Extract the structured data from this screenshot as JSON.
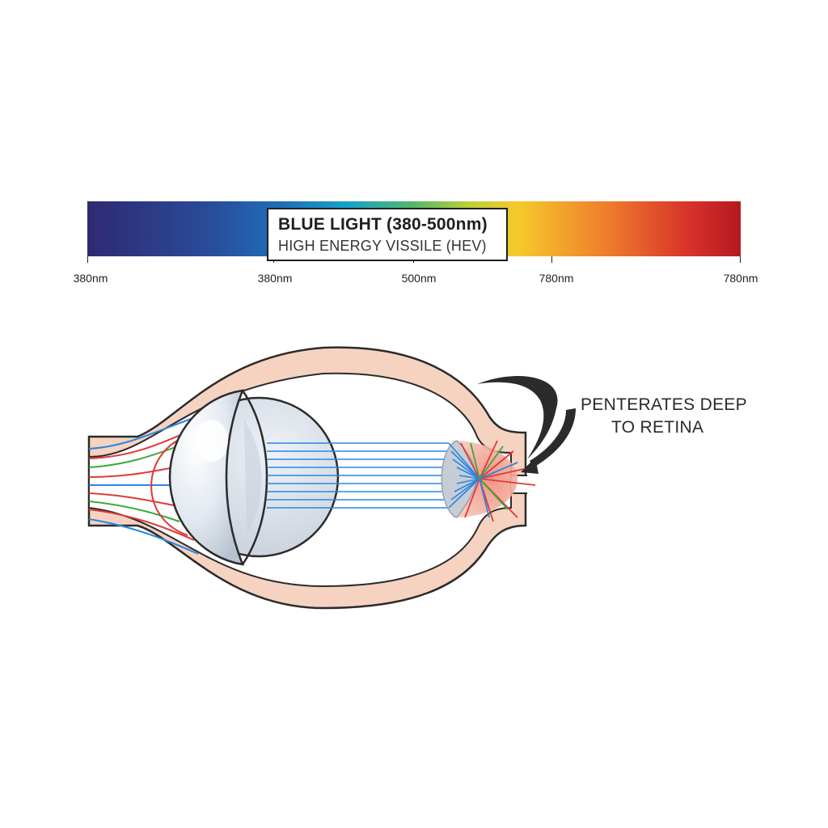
{
  "spectrum": {
    "ticks": [
      {
        "label": "380nm"
      },
      {
        "label": "380nm"
      },
      {
        "label": "500nm"
      },
      {
        "label": "780nm"
      },
      {
        "label": "780nm"
      }
    ]
  },
  "callout": {
    "title": "BLUE LIGHT (380-500nm)",
    "subtitle": "HIGH ENERGY VISSILE (HEV)"
  },
  "annotation": {
    "line1": "PENTERATES DEEP",
    "line2": "TO RETINA"
  },
  "colors": {
    "violet": "#2e2a72",
    "blue": "#1e6fba",
    "cyan": "#17a3c8",
    "green": "#7bbf3c",
    "yellow": "#f6c92b",
    "orange": "#ee7a2c",
    "red": "#b3191f",
    "tissue": "#f6d2c1",
    "tissue_stroke": "#2b2b2b",
    "ray_blue": "#2a86e0",
    "ray_red": "#e03a3a",
    "ray_green": "#3aa83a"
  }
}
